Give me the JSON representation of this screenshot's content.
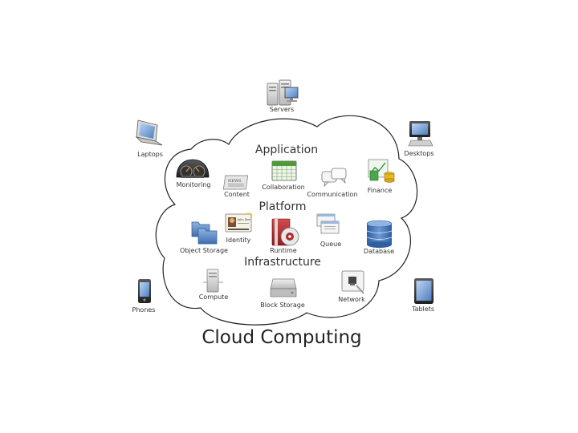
{
  "title": "Cloud Computing",
  "layers": {
    "application": "Application",
    "platform": "Platform",
    "infrastructure": "Infrastructure"
  },
  "devices": {
    "servers": "Servers",
    "laptops": "Laptops",
    "desktops": "Desktops",
    "phones": "Phones",
    "tablets": "Tablets"
  },
  "application_items": {
    "monitoring": "Monitoring",
    "content": "Content",
    "collaboration": "Collaboration",
    "communication": "Communication",
    "finance": "Finance"
  },
  "platform_items": {
    "identity": "Identity",
    "object_storage": "Object Storage",
    "runtime": "Runtime",
    "queue": "Queue",
    "database": "Database"
  },
  "infrastructure_items": {
    "compute": "Compute",
    "block_storage": "Block Storage",
    "network": "Network"
  },
  "icon_text": {
    "news": "NEWS",
    "john_doe": "John Doe"
  }
}
